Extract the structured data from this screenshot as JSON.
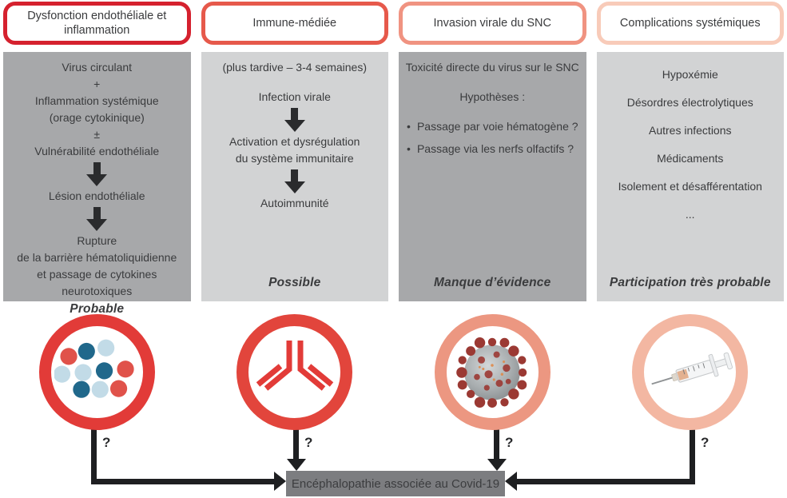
{
  "question_mark": "?",
  "final_box": {
    "label": "Encéphalopathie associée au Covid-19"
  },
  "columns": [
    {
      "header": "Dysfonction endothéliale et inflammation",
      "accent": "#d5212e",
      "ring": "#e23b38",
      "panel_bg": "#a7a8aa",
      "icon": "cytokines-icon",
      "verdict": "Probable",
      "lines": [
        "Virus circulant",
        "+",
        "Inflammation systémique",
        "(orage cytokinique)",
        "±",
        "Vulnérabilité endothéliale",
        "Lésion endothéliale",
        "Rupture",
        "de la barrière hématoliquidienne",
        "et passage de cytokines neurotoxiques"
      ]
    },
    {
      "header": "Immune-médiée",
      "accent": "#e6594b",
      "ring": "#e2453c",
      "panel_bg": "#d2d3d4",
      "icon": "antibody-icon",
      "verdict": "Possible",
      "lines": [
        "(plus tardive – 3-4 semaines)",
        "Infection virale",
        "Activation et dysrégulation",
        "du système immunitaire",
        "Autoimmunité"
      ]
    },
    {
      "header": "Invasion virale du SNC",
      "accent": "#f09381",
      "ring": "#ec9781",
      "panel_bg": "#a7a8aa",
      "icon": "coronavirus-icon",
      "verdict": "Manque d’évidence",
      "lines": [
        "Toxicité directe du virus sur le SNC",
        "Hypothèses :"
      ],
      "bullets": [
        "Passage par voie hématogène ?",
        "Passage via les nerfs olfactifs ?"
      ]
    },
    {
      "header": "Complications systémiques",
      "accent": "#f8cbb9",
      "ring": "#f3b7a2",
      "panel_bg": "#d2d3d4",
      "icon": "syringe-icon",
      "verdict": "Participation très probable",
      "lines": [
        "Hypoxémie",
        "Désordres électrolytiques",
        "Autres infections",
        "Médicaments",
        "Isolement et désafférentation",
        "..."
      ]
    }
  ],
  "icon_colors": {
    "dot_red": "#e0524a",
    "dot_darkblue": "#20688b",
    "dot_lightblue": "#c2dbe7",
    "antibody_red": "#e23b38",
    "virus_body_gray": "#a9aeb0",
    "virus_spike_red": "#9b3933",
    "virus_speck_orange": "#de8a4a"
  }
}
